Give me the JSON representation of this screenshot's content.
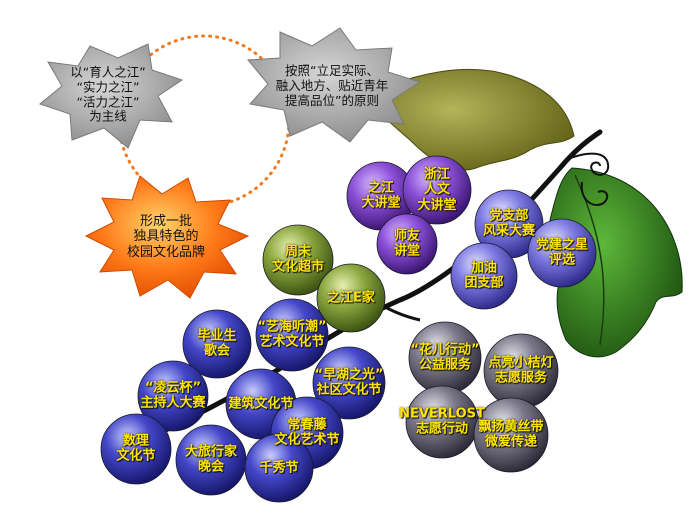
{
  "stars": [
    {
      "id": "left",
      "text": "以“育人之江”\n“实力之江”\n“活力之江”\n为主线",
      "color": "#9a9a9a"
    },
    {
      "id": "right",
      "text": "按照“立足实际、\n融入地方、贴近青年\n提高品位”的原则",
      "color": "#9a9a9a"
    },
    {
      "id": "brand",
      "text": "形成一批\n独具特色的\n校园文化品牌",
      "color": "#ff6a10"
    }
  ],
  "berries": [
    {
      "text": "之江\n大讲堂",
      "group": "purple"
    },
    {
      "text": "浙江\n人文\n大讲堂",
      "group": "purple"
    },
    {
      "text": "师友\n讲堂",
      "group": "purple"
    },
    {
      "text": "党支部\n风采大赛",
      "group": "lavender"
    },
    {
      "text": "党建之星\n评选",
      "group": "lavender"
    },
    {
      "text": "加油\n团支部",
      "group": "lavender"
    },
    {
      "text": "周末\n文化超市",
      "group": "green"
    },
    {
      "text": "之江E家",
      "group": "green"
    },
    {
      "text": "毕业生\n歌会",
      "group": "blue"
    },
    {
      "text": "“艺海听潮”\n艺术文化节",
      "group": "blue"
    },
    {
      "text": "“早湖之光”\n社区文化节",
      "group": "blue"
    },
    {
      "text": "“凌云杯”\n主持人大赛",
      "group": "blue"
    },
    {
      "text": "建筑文化节",
      "group": "blue"
    },
    {
      "text": "常春藤\n文化艺术节",
      "group": "blue"
    },
    {
      "text": "数理\n文化节",
      "group": "blue"
    },
    {
      "text": "大旅行家\n晚会",
      "group": "blue"
    },
    {
      "text": "千秀节",
      "group": "blue"
    },
    {
      "text": "“花儿行动”\n公益服务",
      "group": "gray"
    },
    {
      "text": "点亮小桔灯\n志愿服务",
      "group": "gray"
    },
    {
      "text": "NEVERLOST\n志愿行动",
      "group": "gray"
    },
    {
      "text": "飘扬黄丝带\n微爱传递",
      "group": "gray"
    }
  ],
  "colors": {
    "purple": "#7a3fc4",
    "lavender": "#6c68d6",
    "green": "#7d9a3a",
    "blue": "#3d3fb8",
    "gray": "#6e6c7e",
    "label": "#ffe400",
    "leaf": "#2f7d1e",
    "leaf_back": "#8a8a2a",
    "dots": "#f07a20"
  }
}
